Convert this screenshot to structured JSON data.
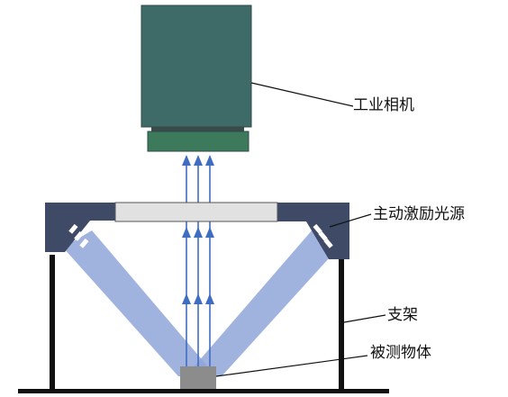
{
  "labels": {
    "camera": "工业相机",
    "light_source": "主动激励光源",
    "bracket": "支架",
    "object": "被测物体"
  },
  "colors": {
    "camera_body": "#3e6a67",
    "camera_lens": "#3d7a5c",
    "lens_plate": "#3a4a4a",
    "hood": "#3f4a66",
    "window": "#e1e1e1",
    "beam": "#8fa4d8",
    "arrow": "#3f6dc2",
    "object": "#8c8c8c",
    "stand": "#111111"
  }
}
